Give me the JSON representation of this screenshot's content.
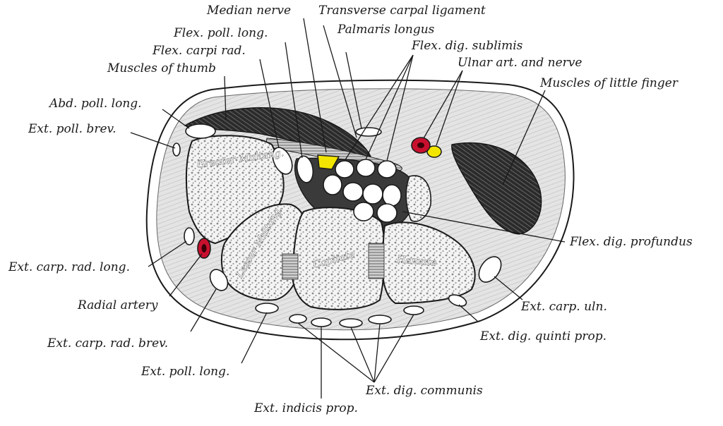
{
  "colors": {
    "artery": "#c8102e",
    "nerve": "#f2e600",
    "bone": "#ffffff",
    "ink": "#1a1a1a",
    "tissue": "#e7e7e7"
  },
  "bones": {
    "greater_multangular": "Greater Multang.",
    "lesser_multangular": "Lesser Multang.",
    "capitate": "Capitate",
    "hamate": "Hamate"
  },
  "labels": {
    "median_nerve": "Median nerve",
    "transverse_carpal_ligament": "Transverse carpal ligament",
    "palmaris_longus": "Palmaris longus",
    "flex_poll_long": "Flex. poll. long.",
    "flex_dig_sublimis": "Flex. dig. sublimis",
    "flex_carpi_rad": "Flex. carpi rad.",
    "ulnar_art_nerve": "Ulnar art. and nerve",
    "muscles_of_thumb": "Muscles of thumb",
    "muscles_little_finger": "Muscles of little finger",
    "abd_poll_long": "Abd. poll. long.",
    "ext_poll_brev": "Ext. poll. brev.",
    "flex_dig_profundus": "Flex. dig. profundus",
    "ext_carp_rad_long": "Ext. carp. rad. long.",
    "radial_artery": "Radial artery",
    "ext_carp_uln": "Ext. carp. uln.",
    "ext_carp_rad_brev": "Ext. carp. rad. brev.",
    "ext_dig_quinti_prop": "Ext. dig. quinti prop.",
    "ext_poll_long": "Ext. poll. long.",
    "ext_dig_communis": "Ext. dig. communis",
    "ext_indicis_prop": "Ext. indicis prop."
  }
}
